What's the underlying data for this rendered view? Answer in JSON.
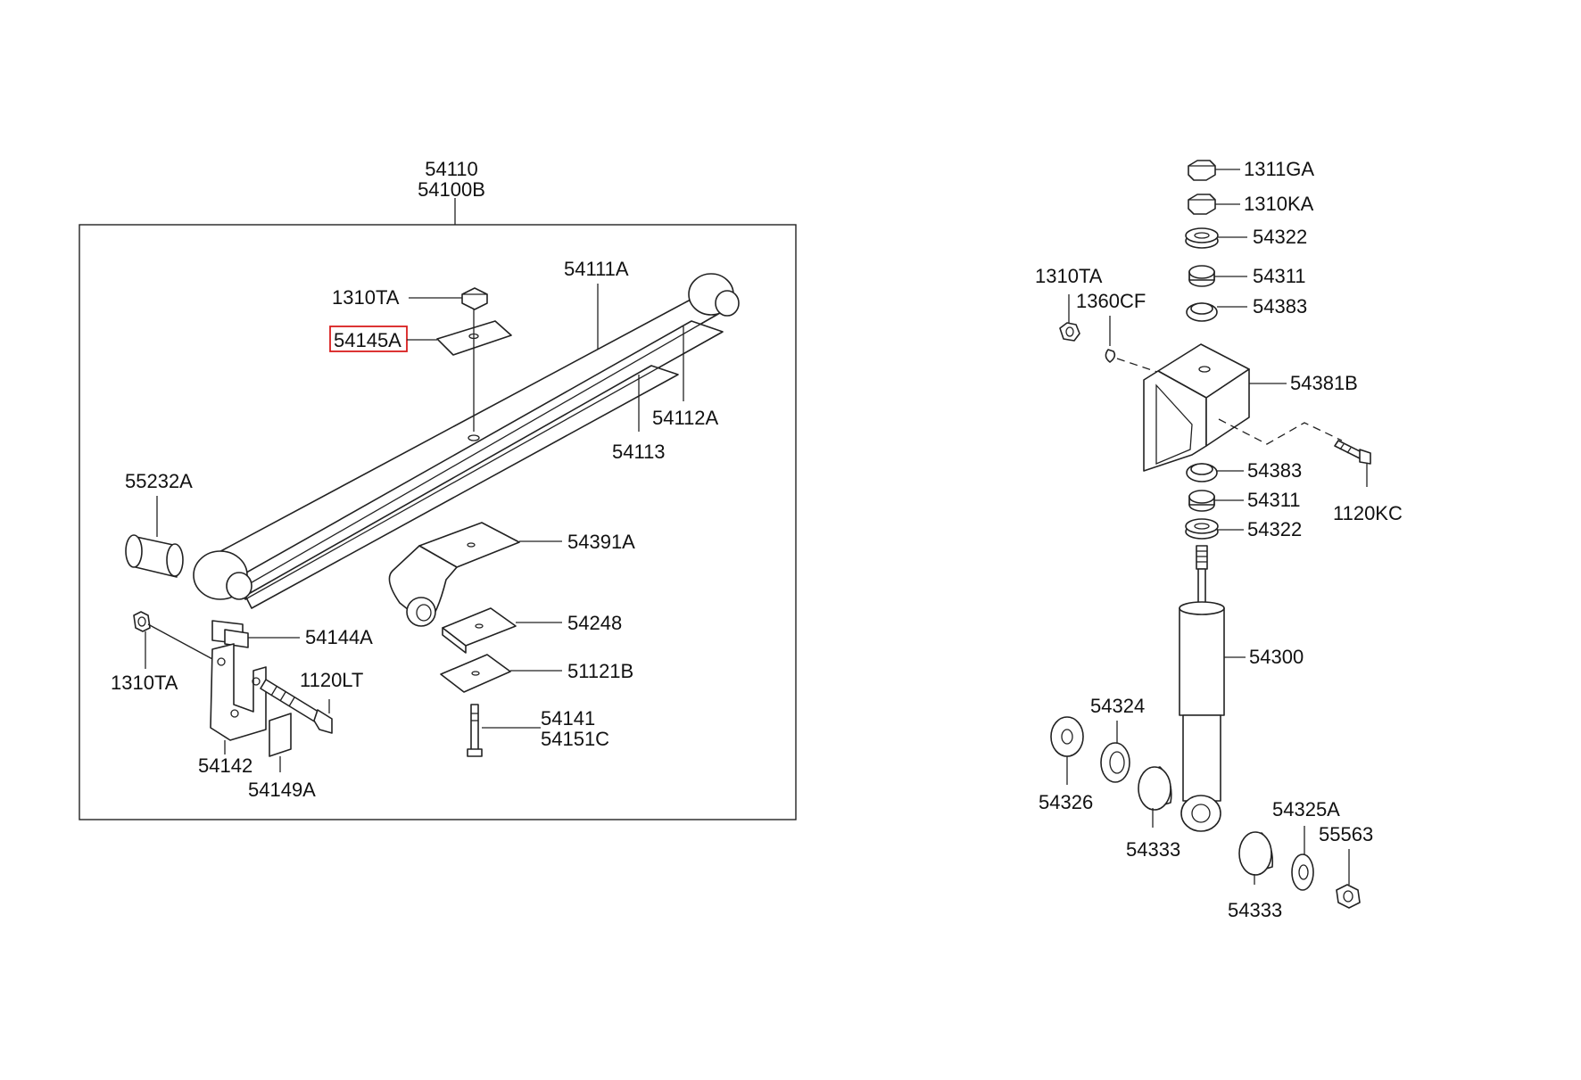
{
  "diagram": {
    "highlight_color": "#d81e1e",
    "leaf_spring_assembly": {
      "box_labels": [
        "54110",
        "54100B"
      ],
      "parts": {
        "nut_top": "1310TA",
        "pad_highlighted": "54145A",
        "main_leaf": "54111A",
        "second_leaf": "54112A",
        "third_leaf": "54113",
        "bushing": "55232A",
        "pad_seat": "54391A",
        "pad_plate": "54248",
        "plate_lower": "51121B",
        "u_bolt_a": "54141",
        "u_bolt_b": "54151C",
        "shackle_pin": "54144A",
        "nut_shackle": "1310TA",
        "bolt_shackle": "1120LT",
        "shackle": "54142",
        "shackle_plate": "54149A"
      }
    },
    "shock_absorber_assembly": {
      "parts": {
        "nut_1": "1311GA",
        "nut_2": "1310KA",
        "washer_upper_1": "54322",
        "bushing_upper_1": "54311",
        "retainer_upper_1": "54383",
        "nut_bracket": "1310TA",
        "clip": "1360CF",
        "bracket": "54381B",
        "retainer_upper_2": "54383",
        "bushing_upper_2": "54311",
        "washer_upper_2": "54322",
        "bolt_bracket": "1120KC",
        "shock_absorber": "54300",
        "washer_lower_a": "54324",
        "washer_lower_b": "54326",
        "bushing_lower_a": "54333",
        "bushing_lower_b": "54333",
        "washer_lower_c": "54325A",
        "nut_lower": "55563"
      }
    }
  }
}
